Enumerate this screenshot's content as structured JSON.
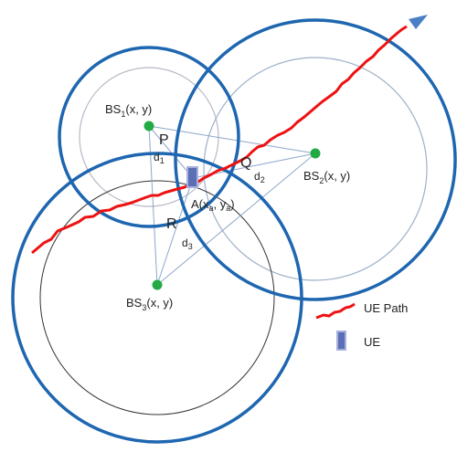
{
  "diagram": {
    "base_stations": [
      {
        "prefix": "BS",
        "index": "1",
        "coords": "(x, y)"
      },
      {
        "prefix": "BS",
        "index": "2",
        "coords": "(x, y)"
      },
      {
        "prefix": "BS",
        "index": "3",
        "coords": "(x, y)"
      }
    ],
    "ue_point": {
      "prefix": "A(x",
      "x_sub": "a",
      "mid": ", y",
      "y_sub": "a",
      "suffix": ")"
    },
    "intersection_points": [
      "P",
      "Q",
      "R"
    ],
    "distances": [
      {
        "prefix": "d",
        "index": "1"
      },
      {
        "prefix": "d",
        "index": "2"
      },
      {
        "prefix": "d",
        "index": "3"
      }
    ],
    "legend": {
      "path_label": "UE Path",
      "ue_label": "UE"
    },
    "colors": {
      "circle_outer": "#1e66b0",
      "base_station": "#22aa44",
      "ue_path": "#ee1111",
      "path_arrow": "#4a7fc6",
      "ue_marker": "#5a6fb5",
      "lines": "#8da6cc"
    }
  }
}
